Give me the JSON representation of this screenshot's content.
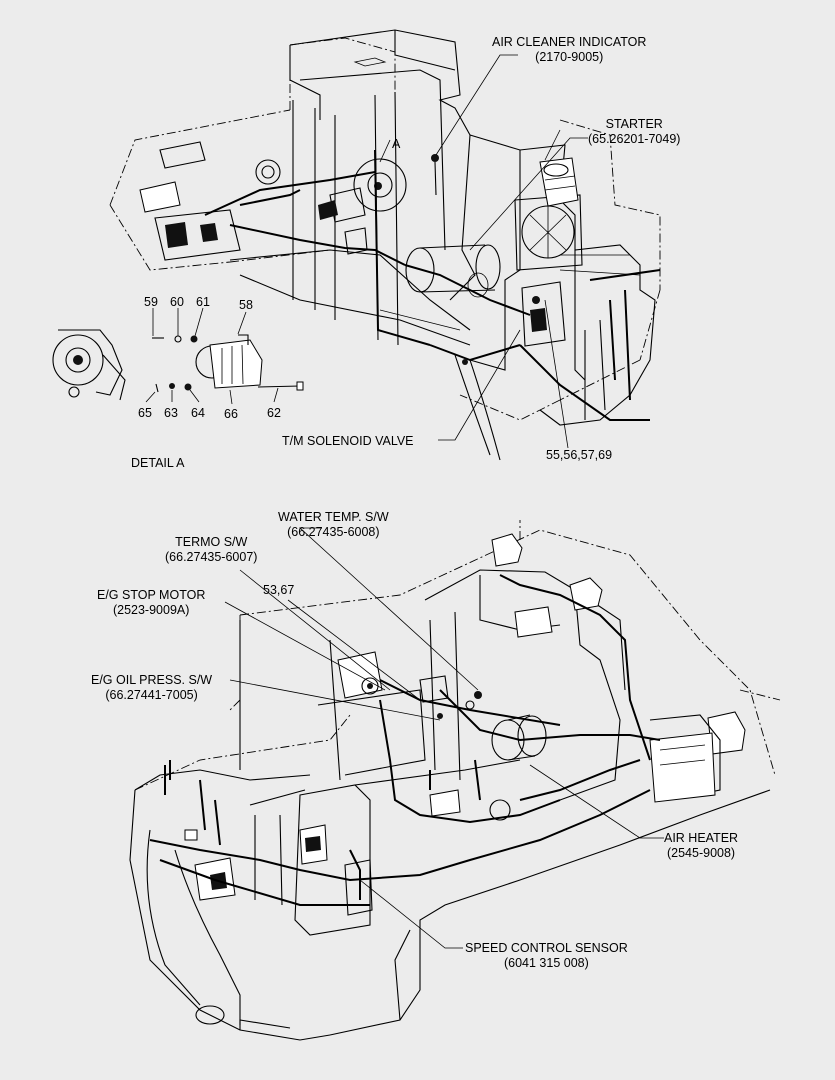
{
  "top": {
    "air_cleaner": {
      "name": "AIR CLEANER INDICATOR",
      "code": "(2170-9005)"
    },
    "starter": {
      "name": "STARTER",
      "code": "(65.26201-7049)"
    },
    "callout_a": "A",
    "tm_solenoid": "T/M SOLENOID VALVE",
    "parts_55": "55,56,57,69",
    "detail": "DETAIL   A",
    "part_numbers": {
      "p59": "59",
      "p60": "60",
      "p61": "61",
      "p58": "58",
      "p65": "65",
      "p63": "63",
      "p64": "64",
      "p66": "66",
      "p62": "62"
    }
  },
  "bottom": {
    "water_temp": {
      "name": "WATER TEMP. S/W",
      "code": "(66.27435-6008)"
    },
    "termo": {
      "name": "TERMO S/W",
      "code": "(66.27435-6007)"
    },
    "eg_stop": {
      "name": "E/G STOP MOTOR",
      "code": "(2523-9009A)"
    },
    "parts_53": "53,67",
    "eg_oil": {
      "name": "E/G OIL PRESS. S/W",
      "code": "(66.27441-7005)"
    },
    "air_heater": {
      "name": "AIR HEATER",
      "code": "(2545-9008)"
    },
    "speed_sensor": {
      "name": "SPEED CONTROL SENSOR",
      "code": "(6041 315 008)"
    }
  }
}
